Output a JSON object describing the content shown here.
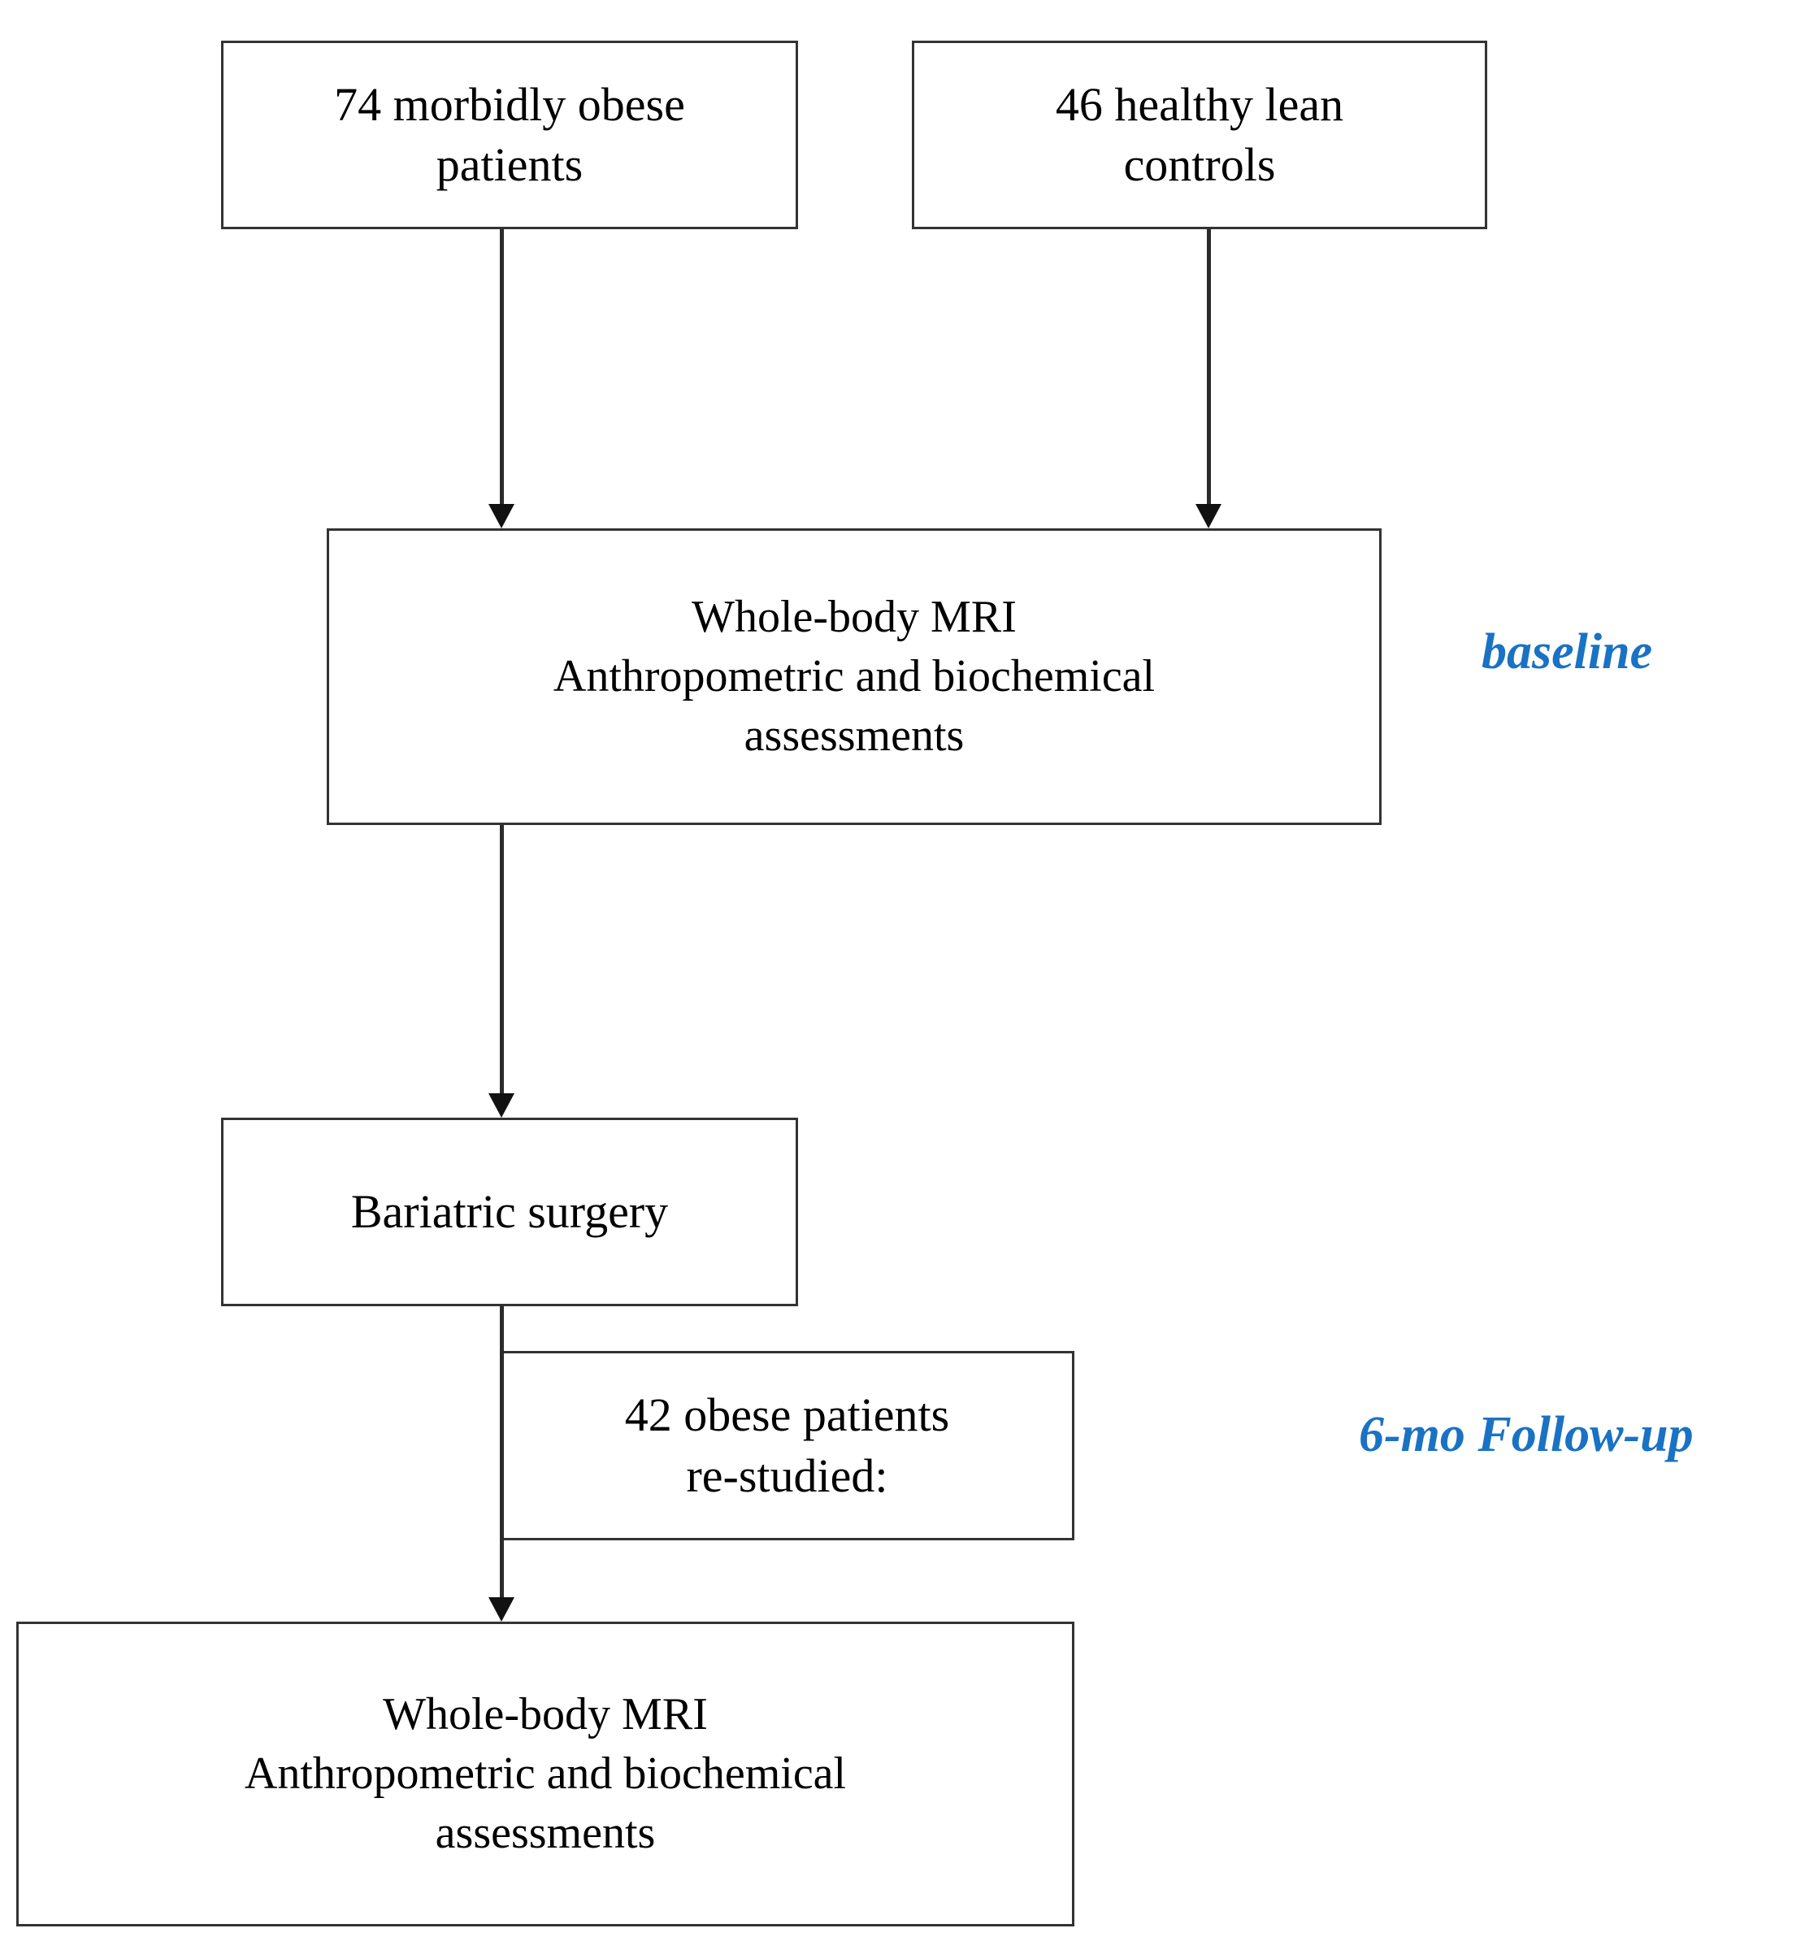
{
  "diagram": {
    "type": "study-flowchart",
    "colors": {
      "box_border": "#333333",
      "arrow": "#111111",
      "stage_label": "#1a72c4",
      "background": "#ffffff",
      "text": "#000000"
    },
    "boxes": {
      "obese_patients": {
        "line1": "74 morbidly obese",
        "line2": "patients"
      },
      "lean_controls": {
        "line1": "46 healthy lean",
        "line2": "controls"
      },
      "baseline_assessment": {
        "line1": "Whole-body MRI",
        "line2": "Anthropometric and biochemical",
        "line3": "assessments"
      },
      "bariatric_surgery": {
        "line1": "Bariatric surgery"
      },
      "restudied_patients": {
        "line1": "42 obese patients",
        "line2": "re-studied:"
      },
      "followup_assessment": {
        "line1": "Whole-body MRI",
        "line2": "Anthropometric and biochemical",
        "line3": "assessments"
      }
    },
    "stage_labels": {
      "baseline": "baseline",
      "followup": "6-mo Follow-up"
    }
  }
}
